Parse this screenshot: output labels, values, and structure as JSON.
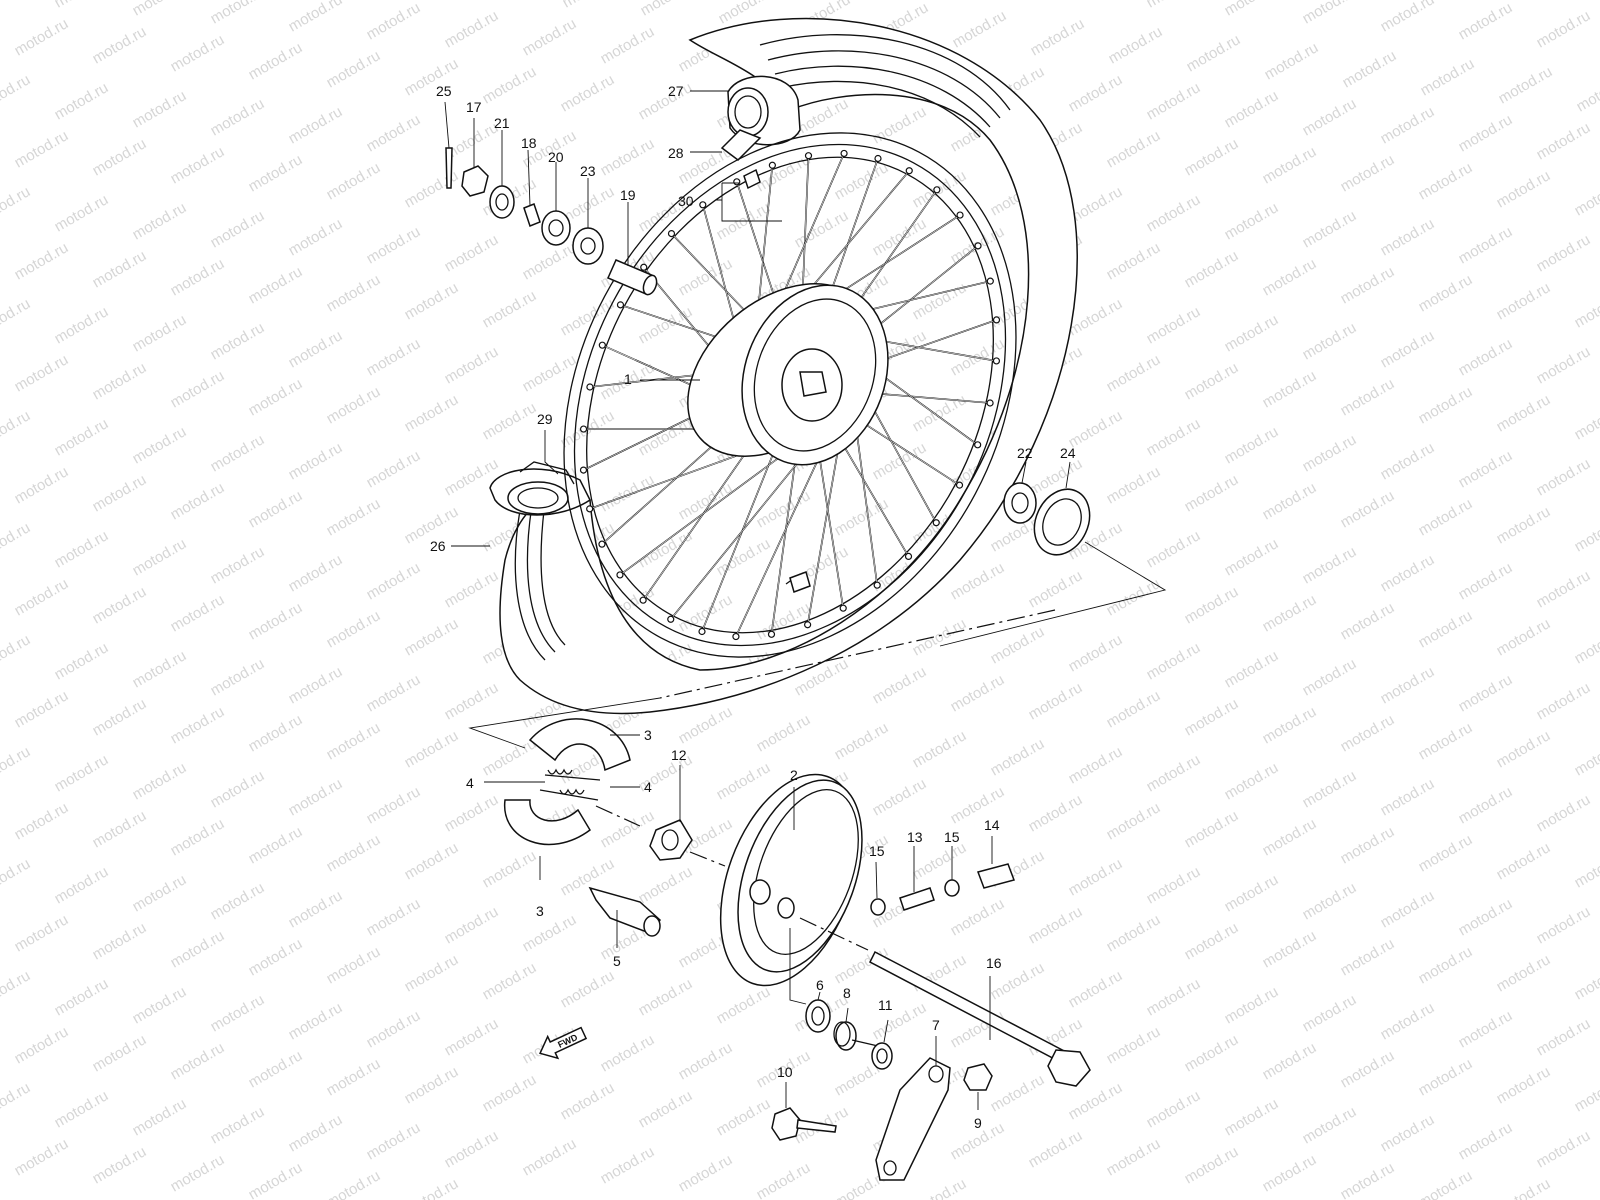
{
  "diagram": {
    "watermark_text": "motod.ru",
    "fwd_label": "FWD",
    "callouts": [
      {
        "id": "1",
        "text": "1"
      },
      {
        "id": "2",
        "text": "2"
      },
      {
        "id": "3a",
        "text": "3"
      },
      {
        "id": "3b",
        "text": "3"
      },
      {
        "id": "4a",
        "text": "4"
      },
      {
        "id": "4b",
        "text": "4"
      },
      {
        "id": "5",
        "text": "5"
      },
      {
        "id": "6",
        "text": "6"
      },
      {
        "id": "7",
        "text": "7"
      },
      {
        "id": "8",
        "text": "8"
      },
      {
        "id": "9",
        "text": "9"
      },
      {
        "id": "10",
        "text": "10"
      },
      {
        "id": "11",
        "text": "11"
      },
      {
        "id": "12",
        "text": "12"
      },
      {
        "id": "13",
        "text": "13"
      },
      {
        "id": "14",
        "text": "14"
      },
      {
        "id": "15a",
        "text": "15"
      },
      {
        "id": "15b",
        "text": "15"
      },
      {
        "id": "16",
        "text": "16"
      },
      {
        "id": "17",
        "text": "17"
      },
      {
        "id": "18",
        "text": "18"
      },
      {
        "id": "19",
        "text": "19"
      },
      {
        "id": "20",
        "text": "20"
      },
      {
        "id": "21",
        "text": "21"
      },
      {
        "id": "22",
        "text": "22"
      },
      {
        "id": "23",
        "text": "23"
      },
      {
        "id": "24",
        "text": "24"
      },
      {
        "id": "25",
        "text": "25"
      },
      {
        "id": "26",
        "text": "26"
      },
      {
        "id": "27",
        "text": "27"
      },
      {
        "id": "28",
        "text": "28"
      },
      {
        "id": "29",
        "text": "29"
      },
      {
        "id": "30",
        "text": "30"
      }
    ]
  }
}
